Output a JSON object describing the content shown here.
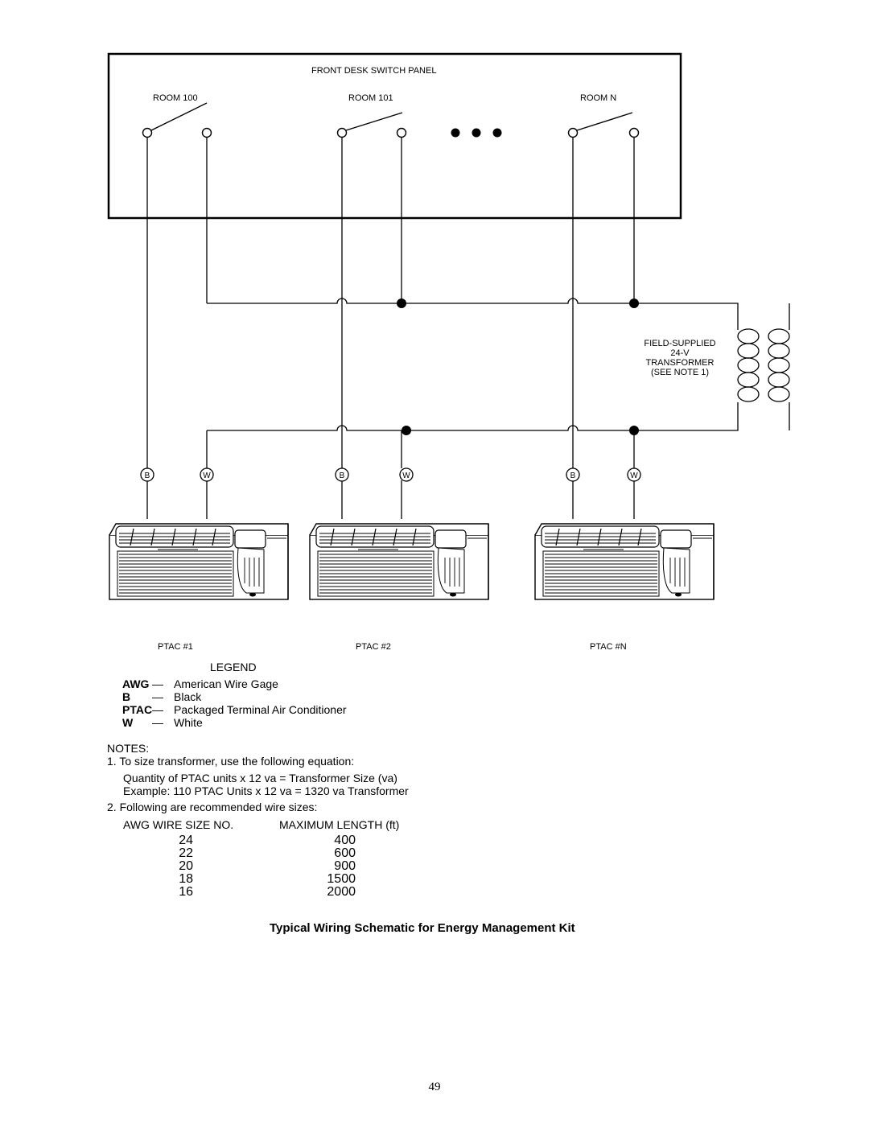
{
  "diagram": {
    "panel_title": "FRONT DESK SWITCH PANEL",
    "rooms": [
      "ROOM 100",
      "ROOM 101",
      "ROOM N"
    ],
    "transformer_label": [
      "FIELD-SUPPLIED",
      "24-V",
      "TRANSFORMER",
      "(SEE NOTE 1)"
    ],
    "terminal_b": "B",
    "terminal_w": "W",
    "units": [
      "PTAC #1",
      "PTAC #2",
      "PTAC #N"
    ]
  },
  "legend": {
    "title": "LEGEND",
    "dash": "—",
    "items": [
      {
        "abbr": "AWG",
        "definition": "American Wire Gage"
      },
      {
        "abbr": "B",
        "definition": "Black"
      },
      {
        "abbr": "PTAC",
        "definition": "Packaged Terminal Air Conditioner"
      },
      {
        "abbr": "W",
        "definition": "White"
      }
    ]
  },
  "notes": {
    "heading": "NOTES:",
    "note1": "1. To size transformer, use the following equation:",
    "note1_line1": "Quantity of PTAC units x 12 va = Transformer Size (va)",
    "note1_line2": "Example: 110 PTAC Units x 12 va = 1320 va Transformer",
    "note2": "2. Following are recommended wire sizes:",
    "table": {
      "headers": [
        "AWG WIRE SIZE NO.",
        "MAXIMUM LENGTH (ft)"
      ],
      "rows": [
        [
          "24",
          "400"
        ],
        [
          "22",
          "600"
        ],
        [
          "20",
          "900"
        ],
        [
          "18",
          "1500"
        ],
        [
          "16",
          "2000"
        ]
      ]
    }
  },
  "caption": "Typical Wiring Schematic for Energy Management Kit",
  "page_number": "49"
}
